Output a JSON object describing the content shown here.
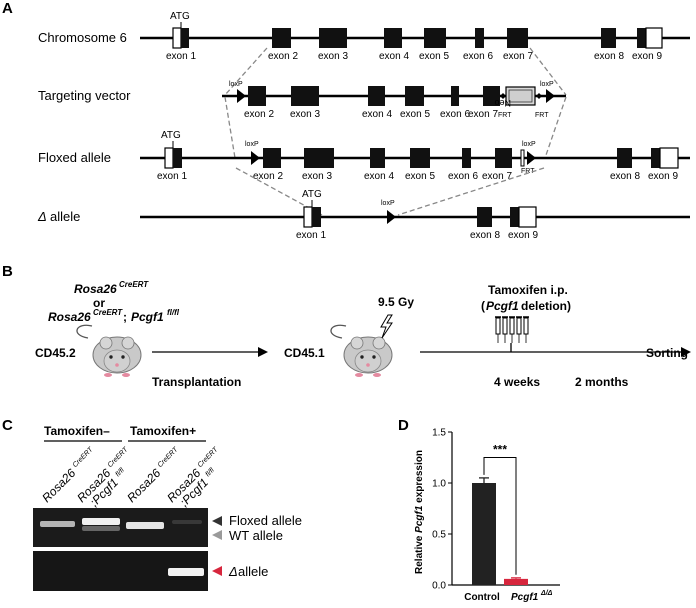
{
  "panels": {
    "a": "A",
    "b": "B",
    "c": "C",
    "d": "D"
  },
  "panel_a": {
    "rows": {
      "chromosome": "Chromosome 6",
      "targeting": "Targeting vector",
      "floxed": "Floxed allele",
      "delta": "allele",
      "delta_symbol": "Δ"
    },
    "atg": "ATG",
    "loxp": "loxP",
    "frt": "FRT",
    "neo": "Neo",
    "exons": [
      "exon 1",
      "exon 2",
      "exon 3",
      "exon 4",
      "exon 5",
      "exon 6",
      "exon 7",
      "exon 8",
      "exon 9"
    ]
  },
  "panel_b": {
    "donor_line1": "Rosa26",
    "donor_line1_sup": "CreERT",
    "donor_or": "or",
    "donor_line2": "Rosa26",
    "donor_line2_sup": "CreERT",
    "donor_line2_sep": "; ",
    "donor_line2_gene": "Pcgf1",
    "donor_line2_gene_sup": "fl/fl",
    "cd452": "CD45.2",
    "cd451": "CD45.1",
    "transplantation": "Transplantation",
    "dose": "9.5 Gy",
    "tamoxifen": "Tamoxifen i.p.",
    "deletion_open": "(",
    "deletion_gene": "Pcgf1",
    "deletion_rest": " deletion)",
    "weeks": "4 weeks",
    "months": "2 months",
    "sorting": "Sorting"
  },
  "panel_c": {
    "tamoxifen_minus": "Tamoxifen–",
    "tamoxifen_plus": "Tamoxifen+",
    "lane_base": "Rosa26",
    "lane_sup": "CreERT",
    "lane_gene": ";Pcgf1",
    "lane_gene_sup": "fl/fl",
    "floxed_allele": "Floxed allele",
    "wt_allele": "WT allele",
    "delta_symbol": "Δ",
    "delta_allele": " allele",
    "colors": {
      "floxed_arrow": "#333333",
      "wt_arrow": "#9a9a9a",
      "delta_arrow": "#d7263d"
    }
  },
  "chart_data": {
    "type": "bar",
    "categories": [
      "Control",
      "Pcgf1Δ/Δ"
    ],
    "category_labels": {
      "control": "Control",
      "ko_gene": "Pcgf1",
      "ko_sup": "Δ/Δ"
    },
    "values": [
      1.0,
      0.06
    ],
    "errors": [
      0.05,
      0.01
    ],
    "colors": [
      "#222222",
      "#d7263d"
    ],
    "ylabel": {
      "pre": "Relative ",
      "gene": "Pcgf1",
      "post": " expression"
    },
    "ylim": [
      0,
      1.5
    ],
    "yticks": [
      "0.0",
      "0.5",
      "1.0",
      "1.5"
    ],
    "significance": "***"
  }
}
